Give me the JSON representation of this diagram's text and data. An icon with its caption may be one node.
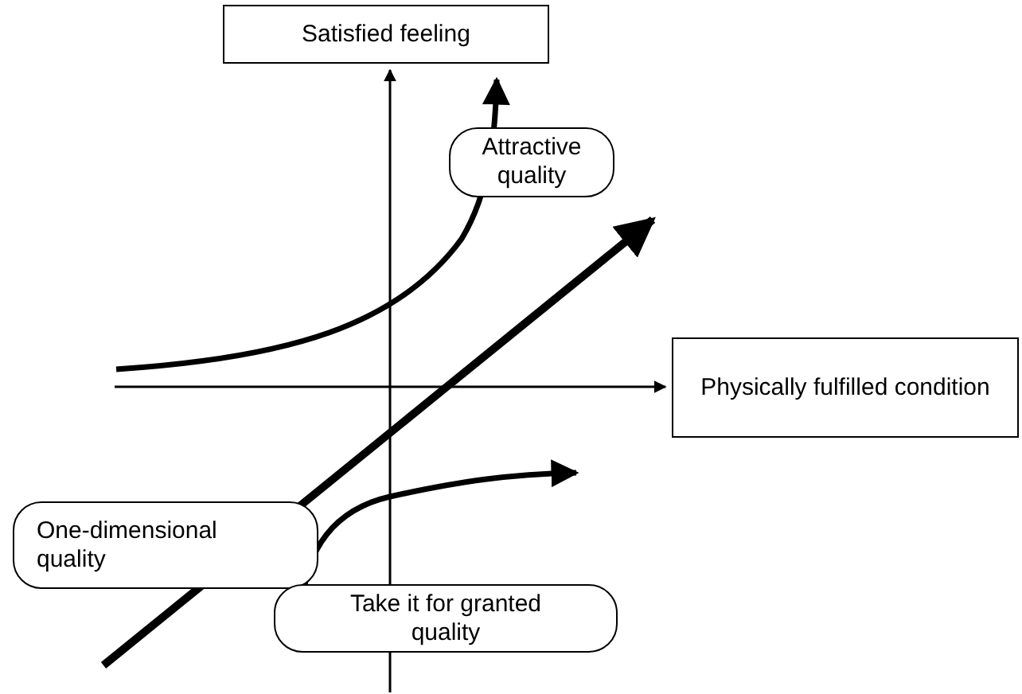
{
  "diagram": {
    "nodes": [
      {
        "text": [
          "Satisfied feeling"
        ]
      },
      {
        "text": [
          "Attractive quality"
        ]
      },
      {
        "text": [
          "Physically fulfilled condition"
        ]
      },
      {
        "text": [
          "One-dimensional quality"
        ]
      },
      {
        "text": [
          "Take it for granted quality"
        ]
      }
    ],
    "edges": []
  }
}
